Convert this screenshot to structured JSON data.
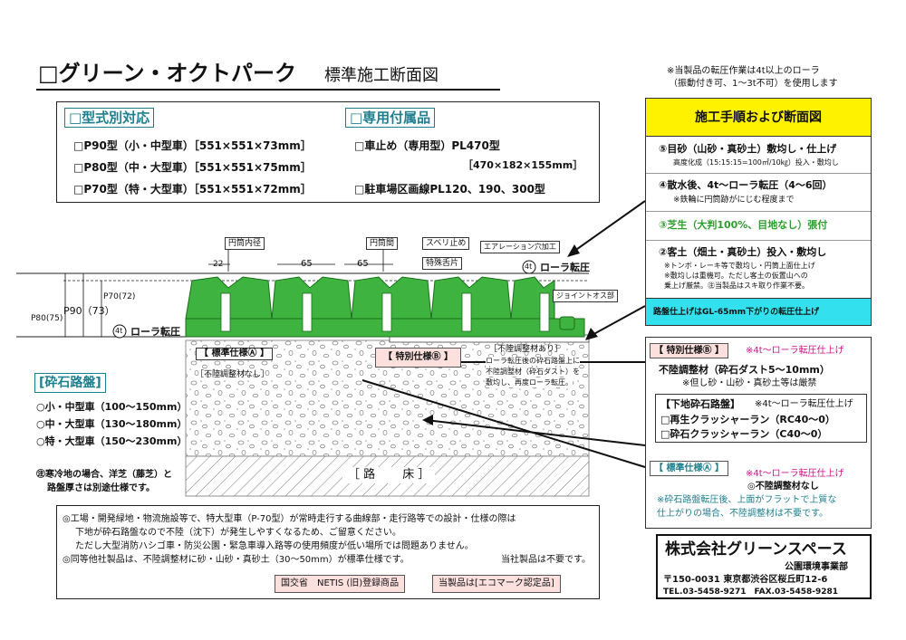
{
  "header": {
    "title": "□グリーン・オクトパーク",
    "subtitle": "標準施工断面図",
    "note_line1": "※当製品の転圧作業は4t以上のローラ",
    "note_line2": "（振動付き可、1～3t不可）を使用します"
  },
  "types": {
    "heading": "□型式別対応",
    "items": [
      {
        "label": "□P90型（小・中型車）",
        "dims": "［551×551×73mm］"
      },
      {
        "label": "□P80型（中・大型車）",
        "dims": "［551×551×75mm］"
      },
      {
        "label": "□P70型（特・大型車）",
        "dims": "［551×551×72mm］"
      }
    ]
  },
  "accessories": {
    "heading": "□専用付属品",
    "item1": "□車止め（専用型）PL470型",
    "item1_dims": "［470×182×155mm］",
    "item2": "□駐車場区画線PL120、190、300型"
  },
  "procedure": {
    "heading": "施工手順および断面図",
    "step5_title": "⑤目砂（山砂・真砂土）敷均し・仕上げ",
    "step5_detail": "高度化成（15:15:15=100㎡/10㎏）投入・敷均し",
    "step4_title": "④散水後、4t～ローラ転圧（4～6回）",
    "step4_detail": "※鉄輪に円筒跡がにじむ程度まで",
    "step3_title": "③芝生（大判100%、目地なし）張付",
    "step2_title": "②客土（畑土・真砂土）投入・敷均し",
    "step2_detail1": "※トンボ・レーキ等で敷均し・円筒上面仕上げ",
    "step2_detail2": "※敷均しは重機可。ただし客土の仮置山への",
    "step2_detail3": "乗上げ厳禁。㊟当製品はスキ取り作業不要。",
    "step1": "路盤仕上げはGL-65mm下がりの転圧仕上げ"
  },
  "diagram": {
    "label_pitch_inner": "円筒内径",
    "label_pitch": "円筒間",
    "label_stopper": "スベリ止め",
    "label_aeration": "エアレーション穴加工",
    "label_tongue": "特殊舌片",
    "label_joint": "ジョイントオス部",
    "dim_22": "22",
    "dim_65a": "65",
    "dim_65b": "65",
    "label_p90": "P90（73）",
    "label_p70": "P70(72)",
    "label_p80": "P80(75)",
    "roller_top": "ローラ転圧",
    "roller_bottom": "ローラ転圧",
    "roller_icon": "4t",
    "std_spec": "【 標準仕様Ⓐ 】",
    "no_adjust": "［不陸調整材なし］",
    "special_spec": "【 特別仕様Ⓑ 】",
    "with_adjust": "［不陸調整材あり］",
    "special_note1": "ローラ転圧後の砕石路盤上に",
    "special_note2": "不陸調整材（砕石ダスト）を",
    "special_note3": "敷均し、再度ローラ転圧。",
    "subgrade": "［ 路 　　床 ］"
  },
  "crushed": {
    "heading": "[砕石路盤]",
    "items": [
      "○小・中型車（100～150mm）",
      "○中・大型車（130～180mm）",
      "○特・大型車（150～230mm）"
    ],
    "note1": "㊟寒冷地の場合、洋芝（藤芝）と",
    "note2": "路盤厚さは別途仕様です。"
  },
  "right_specs": {
    "b_heading": "【 特別仕様Ⓑ 】",
    "b_roller": "※4t～ローラ転圧仕上げ",
    "b_material": "不陸調整材（砕石ダスト5～10mm）",
    "b_note": "※但し砂・山砂・真砂土等は厳禁",
    "base_heading": "【下地砕石路盤】",
    "base_roller": "※4t～ローラ転圧仕上げ",
    "base_item1": "□再生クラッシャーラン（RC40～0）",
    "base_item2": "□砕石クラッシャーラン（C40～0）",
    "a_heading": "【 標準仕様Ⓐ 】",
    "a_roller": "※4t～ローラ転圧仕上げ",
    "a_none": "◎不陸調整材なし",
    "a_note1": "※砕石路盤転圧後、上面がフラットで上質な",
    "a_note2": "仕上がりの場合、不陸調整材は不要です。"
  },
  "notes": {
    "line1": "◎工場・開発緑地・物流施設等で、特大型車（P-70型）が常時走行する曲線部・走行路等での設計・仕様の際は",
    "line2": "下地が砕石路盤なので不陸（沈下）が発生しやすくなるため、ご留意ください。",
    "line3": "ただし大型消防ハシゴ車・防災公園・緊急車導入路等の使用頻度が低い場所では問題ありません。",
    "line4": "◎同等他社製品は、不陸調整材に砂・山砂・真砂土（30～50mm）が標準仕様です。",
    "line4b": "当社製品は不要です。",
    "badge1": "国交省　NETIS (旧)登録商品",
    "badge2": "当製品は[エコマーク認定品]"
  },
  "company": {
    "name": "株式会社グリーンスペース",
    "division": "公園環境事業部",
    "address": "〒150-0031 東京都渋谷区桜丘町12-6",
    "tel": "TEL.03-5458-9271　FAX.03-5458-9281"
  },
  "colors": {
    "grass": "#3fb33f",
    "teal": "#1e7f8f",
    "highlight_yellow": "#fff200",
    "highlight_cyan": "#33e0ee",
    "magenta": "#d0108a",
    "pink": "#fbe0de"
  }
}
